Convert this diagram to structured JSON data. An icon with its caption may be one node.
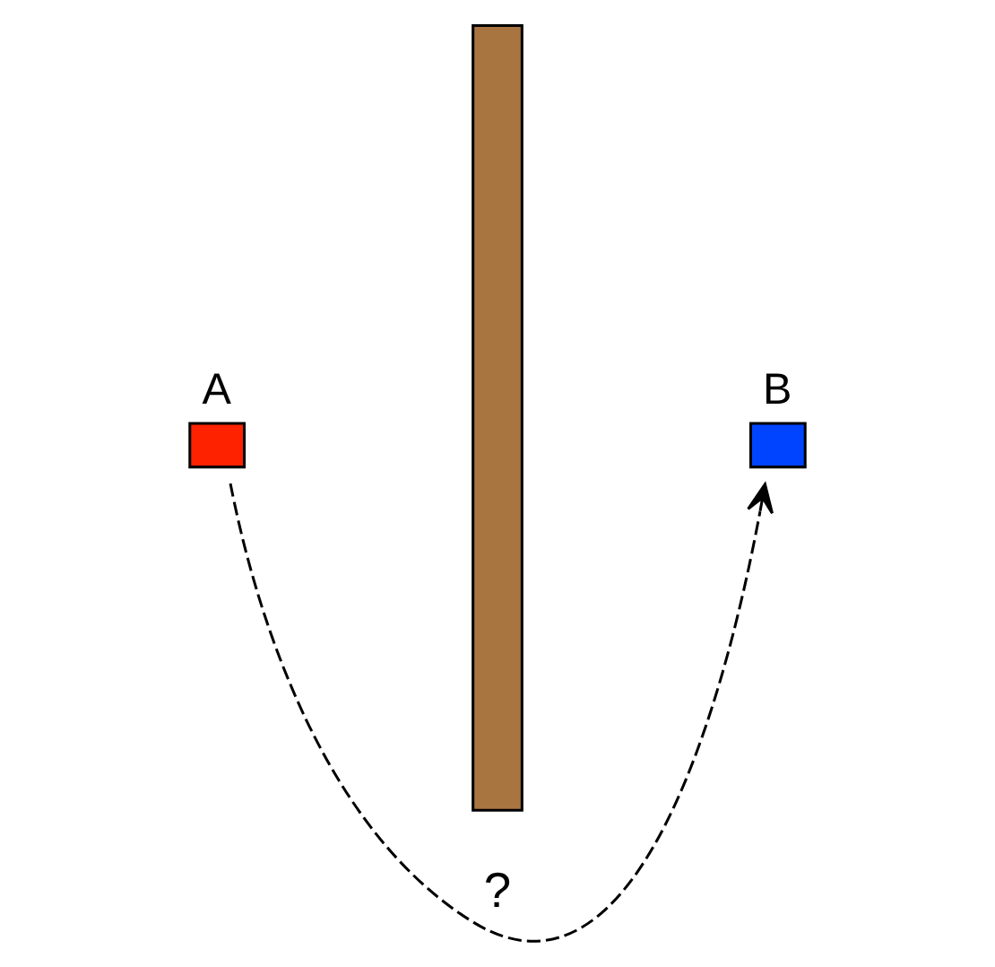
{
  "diagram": {
    "nodes": [
      {
        "text": [
          "A"
        ]
      },
      {
        "text": [],
        "shape": "bar"
      },
      {
        "text": [
          "B"
        ]
      }
    ],
    "edges": [
      {
        "from": 0,
        "to": 2,
        "arrow": "to",
        "style": "dashed",
        "label": "?"
      }
    ]
  }
}
